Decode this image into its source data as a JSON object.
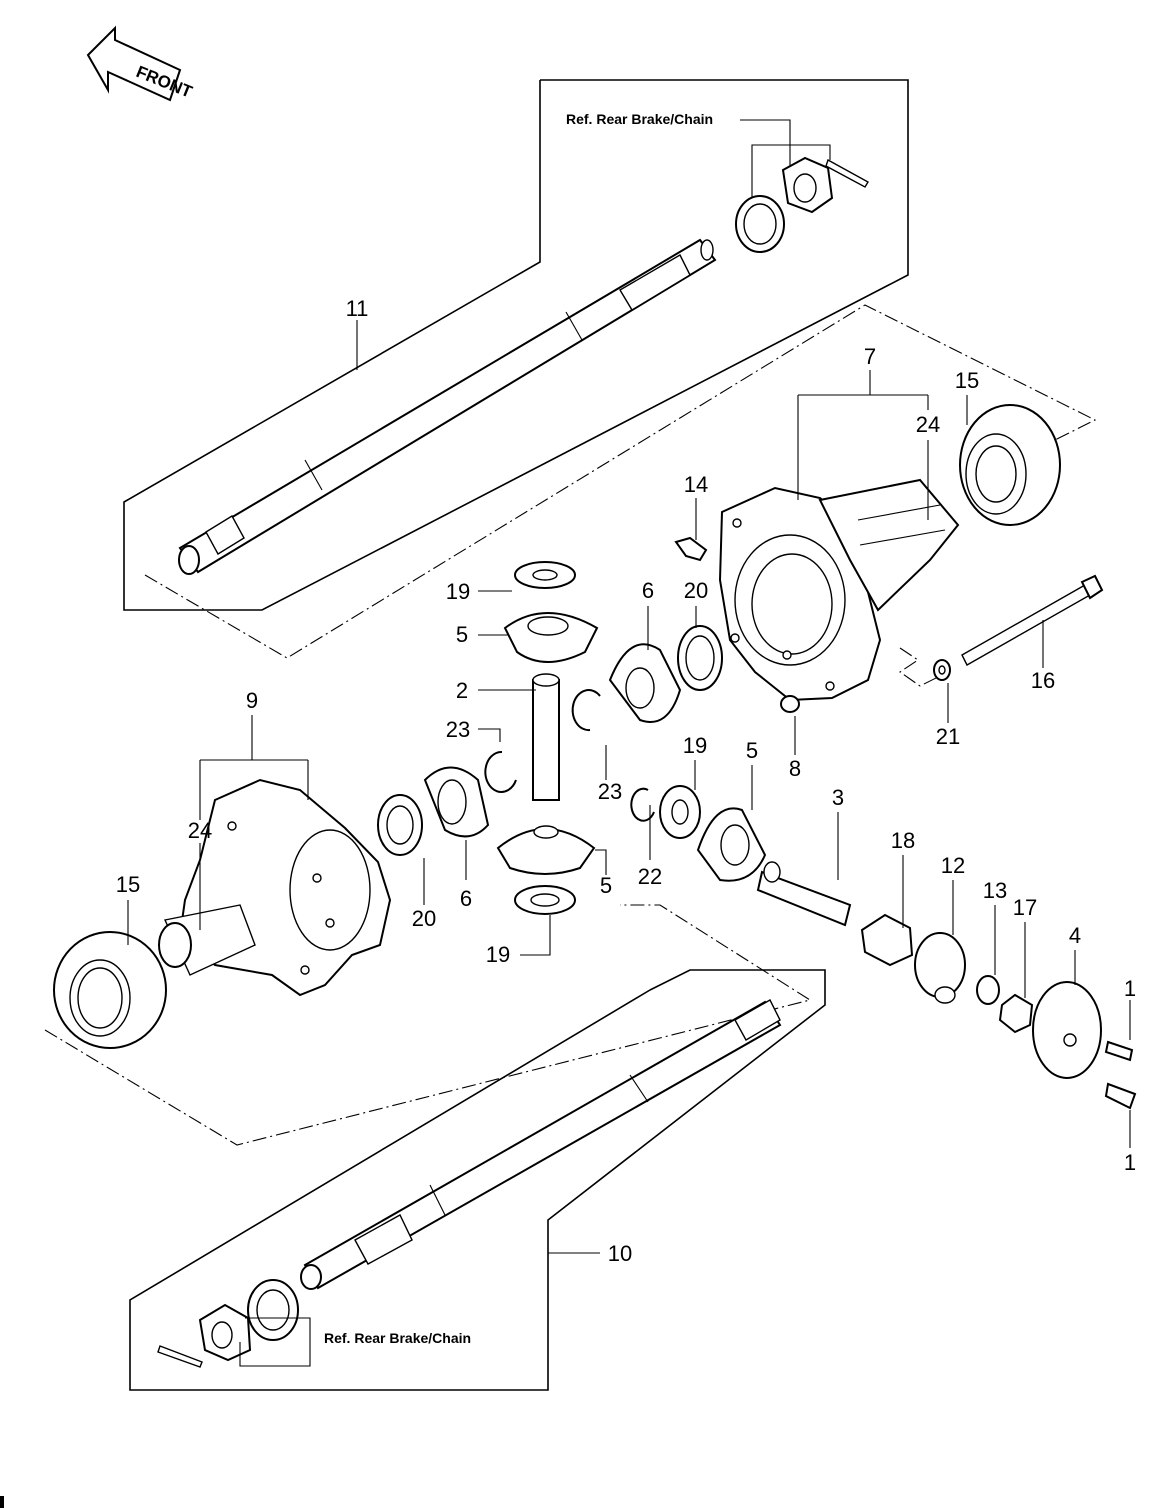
{
  "diagram": {
    "badge": {
      "text": "FRONT"
    },
    "references": {
      "top": "Ref. Rear Brake/Chain",
      "bottom": "Ref. Rear Brake/Chain"
    },
    "callouts": {
      "c1a": "1",
      "c1b": "1",
      "c2": "2",
      "c3": "3",
      "c4": "4",
      "c5a": "5",
      "c5b": "5",
      "c5c": "5",
      "c6a": "6",
      "c6b": "6",
      "c7": "7",
      "c8": "8",
      "c9": "9",
      "c10": "10",
      "c11": "11",
      "c12": "12",
      "c13": "13",
      "c14": "14",
      "c15a": "15",
      "c15b": "15",
      "c16": "16",
      "c17": "17",
      "c18": "18",
      "c19a": "19",
      "c19b": "19",
      "c19c": "19",
      "c20a": "20",
      "c20b": "20",
      "c21": "21",
      "c22": "22",
      "c23a": "23",
      "c23b": "23",
      "c24a": "24",
      "c24b": "24"
    }
  }
}
